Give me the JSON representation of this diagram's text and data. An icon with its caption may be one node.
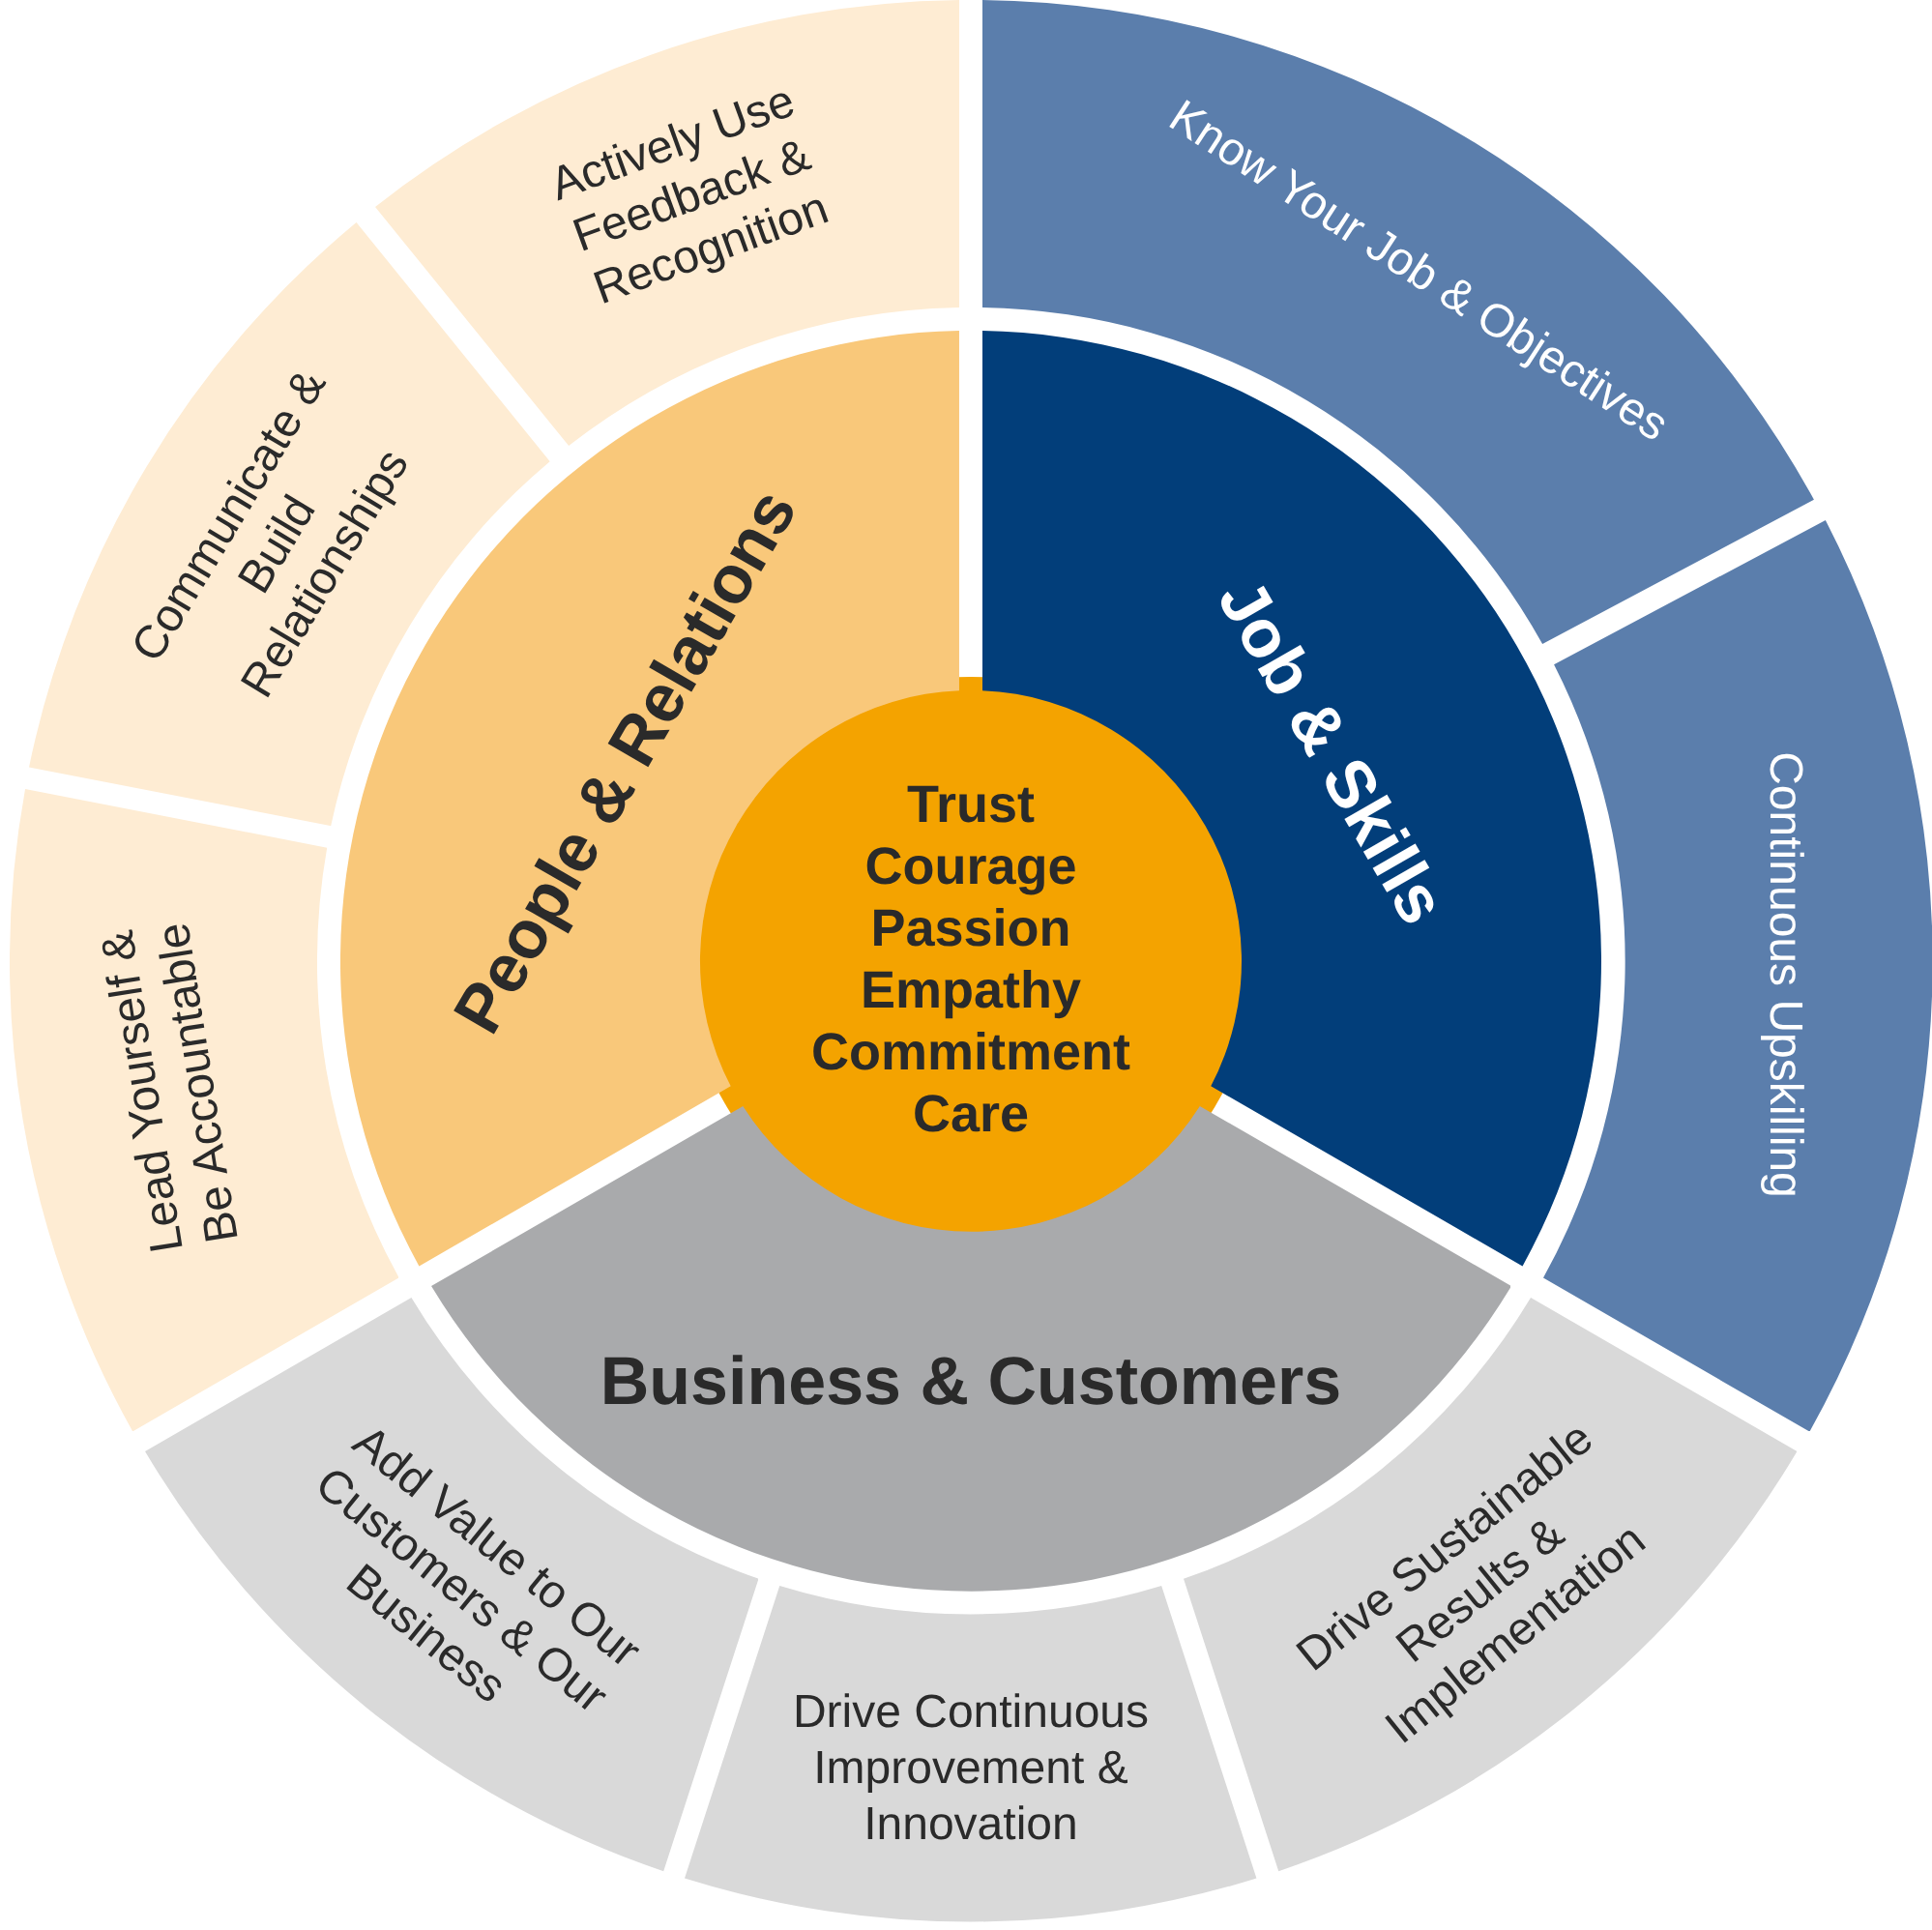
{
  "diagram": {
    "nodes": [
      {
        "text": [
          "Trust",
          "Courage",
          "Passion",
          "Empathy",
          "Commitment",
          "Care"
        ]
      },
      {
        "text": [
          "People & Relations"
        ]
      },
      {
        "text": [
          "Job & Skills"
        ]
      },
      {
        "text": [
          "Business & Customers"
        ]
      },
      {
        "text": [
          "Know Your Job & Objectives"
        ]
      },
      {
        "text": [
          "Continuous Upskilling"
        ]
      },
      {
        "text": [
          "Drive Sustainable Results & Implementation"
        ]
      },
      {
        "text": [
          "Drive Continuous Improvement & Innovation"
        ]
      },
      {
        "text": [
          "Add Value to Our Customers & Our Business"
        ]
      },
      {
        "text": [
          "Lead Yourself & Be Accountable"
        ]
      },
      {
        "text": [
          "Communicate & Build Relationships"
        ]
      },
      {
        "text": [
          "Actively Use Feedback & Recognition"
        ]
      }
    ]
  }
}
